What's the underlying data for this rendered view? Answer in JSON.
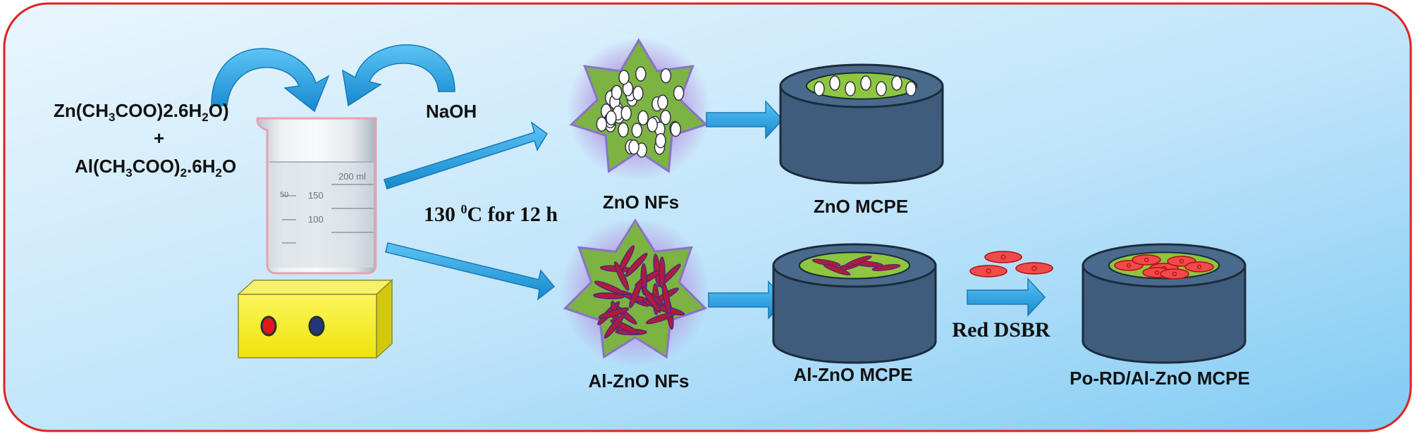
{
  "reagents": {
    "zinc_formula_prefix": "Zn(CH",
    "zinc_sub_1": "3",
    "zinc_formula_middle": "COO)2.6H",
    "zinc_sub_2": "2",
    "zinc_formula_suffix": "O)",
    "plus": "+",
    "al_formula_prefix": "Al(CH",
    "al_sub_1": "3",
    "al_formula_middle": "COO)",
    "al_sub_2": "2",
    "al_formula_middle2": ".6H",
    "al_sub_3": "2",
    "al_formula_suffix": "O",
    "base": "NaOH"
  },
  "beaker": {
    "volume_label": "200 ml",
    "grad_150": "150",
    "grad_100": "100",
    "grad_50": "50"
  },
  "condition": {
    "temp_prefix": "130 ",
    "temp_sup": "0",
    "temp_suffix": "C for 12 h"
  },
  "products": {
    "zno_nfs": "ZnO NFs",
    "al_zno_nfs": "Al-ZnO NFs",
    "zno_mcpe": "ZnO MCPE",
    "al_zno_mcpe": "Al-ZnO MCPE",
    "dye": "Red DSBR",
    "po_rd_mcpe": "Po-RD/Al-ZnO MCPE"
  },
  "colors": {
    "frame_border": "#e02020",
    "background_light": "#e4f3fc",
    "background_dark": "#86cdf5",
    "arrow_blue": "#1f9fe0",
    "electrode_body": "#3f5c7c",
    "electrode_green": "#8ec63f",
    "flower_green": "#7cb342",
    "rod_red": "#b01b3c",
    "stirrer_yellow": "#f4ec1c"
  }
}
